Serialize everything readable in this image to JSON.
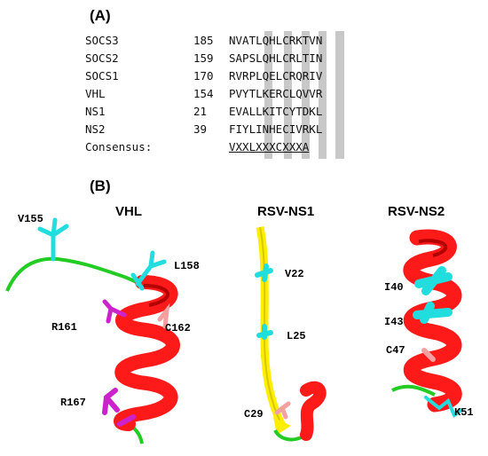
{
  "panel_a_label": "(A)",
  "panel_b_label": "(B)",
  "alignment": [
    {
      "name": "SOCS3",
      "pos": "185",
      "seq": "NVATLQHLCRKTVN"
    },
    {
      "name": "SOCS2",
      "pos": "159",
      "seq": "SAPSLQHLCRLTIN"
    },
    {
      "name": "SOCS1",
      "pos": "170",
      "seq": "RVRPLQELCRQRIV"
    },
    {
      "name": "VHL",
      "pos": "154",
      "seq": "PVYTLKERCLQVVR"
    },
    {
      "name": "NS1",
      "pos": "21",
      "seq": "EVALLKITCYTDKL"
    },
    {
      "name": "NS2",
      "pos": "39",
      "seq": "FIYLINHECIVRKL"
    },
    {
      "name": "Consensus:",
      "pos": "",
      "seq": "VXXLXXXCXXXA"
    }
  ],
  "structures": {
    "vhl": {
      "title": "VHL",
      "labels": {
        "v155": "V155",
        "l158": "L158",
        "r161": "R161",
        "c162": "C162",
        "r167": "R167"
      }
    },
    "ns1": {
      "title": "RSV-NS1",
      "labels": {
        "v22": "V22",
        "l25": "L25",
        "c29": "C29"
      }
    },
    "ns2": {
      "title": "RSV-NS2",
      "labels": {
        "i40": "I40",
        "i43": "I43",
        "c47": "C47",
        "k51": "K51"
      }
    }
  },
  "colors": {
    "helix": "#ff1a1a",
    "loop": "#22cc22",
    "strand": "#ffee00",
    "cyan": "#22dddd",
    "magenta": "#cc22cc",
    "salmon": "#f4a0a0",
    "highlight": "#c8c8c8"
  }
}
